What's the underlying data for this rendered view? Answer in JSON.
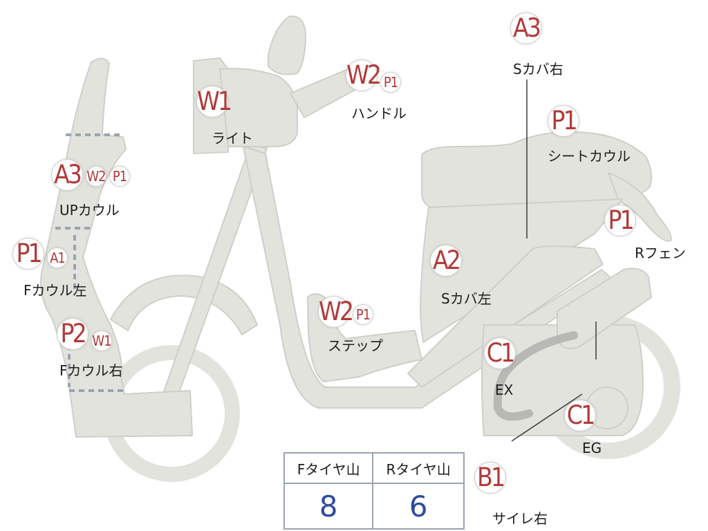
{
  "colors": {
    "body": "#e3e3de",
    "outline": "#cfcfc8",
    "marker_text": "#b23a3a",
    "table_value": "#2c4aa0",
    "table_border": "#9aa3b3"
  },
  "markers": {
    "a3_top": "A3",
    "w1": "W1",
    "w2_handle": "W2",
    "p1_handle": "P1",
    "p1_seat": "P1",
    "a3_up": "A3",
    "w2_up": "W2",
    "p1_up": "P1",
    "p1_rfen": "P1",
    "p1_fl": "P1",
    "a1_fl": "A1",
    "a2": "A2",
    "w2_step": "W2",
    "p1_step": "P1",
    "p2_fr": "P2",
    "w1_fr": "W1",
    "c1_ex": "C1",
    "c1_eg": "C1",
    "b1": "B1"
  },
  "labels": {
    "s_cover_right": "Sカバ右",
    "light": "ライト",
    "handle": "ハンドル",
    "seat_cowl": "シートカウル",
    "up_cowl": "UPカウル",
    "r_fender": "Rフェン",
    "f_cowl_left": "Fカウル左",
    "s_cover_left": "Sカバ左",
    "step": "ステップ",
    "f_cowl_right": "Fカウル右",
    "ex": "EX",
    "eg": "EG",
    "silencer_right": "サイレ右"
  },
  "tire_table": {
    "headers": [
      "Fタイヤ山",
      "Rタイヤ山"
    ],
    "values": [
      "8",
      "6"
    ]
  }
}
